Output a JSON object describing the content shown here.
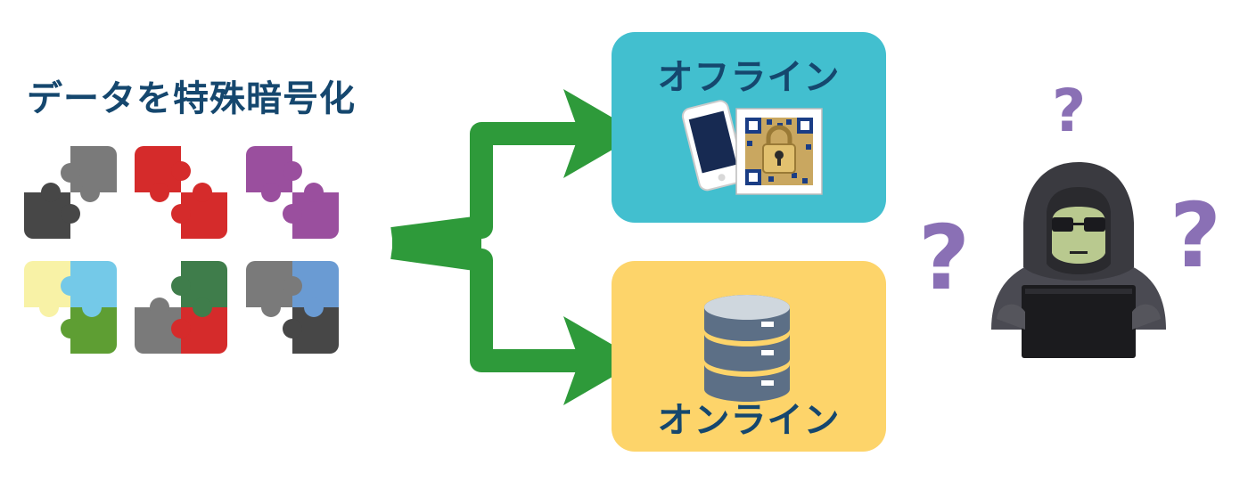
{
  "title": "データを特殊暗号化",
  "offline": {
    "label": "オフライン"
  },
  "online": {
    "label": "オンライン"
  },
  "question_mark": "?",
  "colors": {
    "title_text": "#15476e",
    "offline_box": "#42bfcf",
    "online_box": "#fdd46a",
    "arrow": "#2e9a3a",
    "question_mark": "#8a70b5"
  },
  "icons": {
    "puzzles": [
      "puzzle-gray-dark-icon",
      "puzzle-red-icon",
      "puzzle-purple-icon",
      "puzzle-yellow-blue-green-icon",
      "puzzle-green-gray-red-icon",
      "puzzle-gray-blue-dark-icon"
    ],
    "offline": [
      "smartphone-icon",
      "qr-code-lock-icon"
    ],
    "online": "database-server-icon",
    "attacker": "hooded-hacker-icon"
  }
}
